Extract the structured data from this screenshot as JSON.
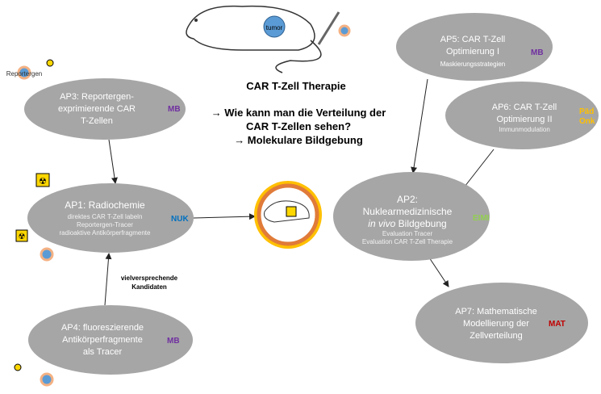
{
  "title": "CAR T-Zell Therapie",
  "questions": [
    "→ Wie kann man die Verteilung der",
    "CAR T-Zellen sehen?",
    "→ Molekulare Bildgebung"
  ],
  "mouse_label": "tumor",
  "reporter_label": "Reportergen",
  "arrow_label": [
    "vielversprechende",
    "Kandidaten"
  ],
  "colors": {
    "ellipse": "#a6a6a6",
    "MB": "#7030a0",
    "NUK": "#0070c0",
    "EIMI": "#92d050",
    "PaedOnk": "#ffc000",
    "MAT": "#c00000"
  },
  "nodes": {
    "ap3": {
      "lines": [
        "AP3: Reportergen-",
        "exprimierende CAR",
        "T-Zellen"
      ],
      "tag": "MB"
    },
    "ap1": {
      "title": "AP1: Radiochemie",
      "sub": [
        "direktes CAR T-Zell labeln",
        "Reportergen-Tracer",
        "radioaktive Antikörperfragmente"
      ],
      "tag": "NUK"
    },
    "ap4": {
      "lines": [
        "AP4: fluoreszierende",
        "Antikörperfragmente",
        "als Tracer"
      ],
      "tag": "MB"
    },
    "ap5": {
      "lines": [
        "AP5: CAR T-Zell",
        "Optimierung I"
      ],
      "sub": "Maskierungsstrategien",
      "tag": "MB"
    },
    "ap6": {
      "lines": [
        "AP6: CAR T-Zell",
        "Optimierung II"
      ],
      "sub": "Immunmodulation",
      "tag": [
        "Päd",
        "Onk"
      ]
    },
    "ap2": {
      "lines": [
        "AP2:",
        "Nuklearmedizinische"
      ],
      "italic": "in vivo",
      "rest": " Bildgebung",
      "sub": [
        "Evaluation Tracer",
        "Evaluation CAR T-Zell Therapie"
      ],
      "tag": "EIMI"
    },
    "ap7": {
      "lines": [
        "AP7: Mathematische",
        "Modellierung der",
        "Zellverteilung"
      ],
      "tag": "MAT"
    }
  }
}
